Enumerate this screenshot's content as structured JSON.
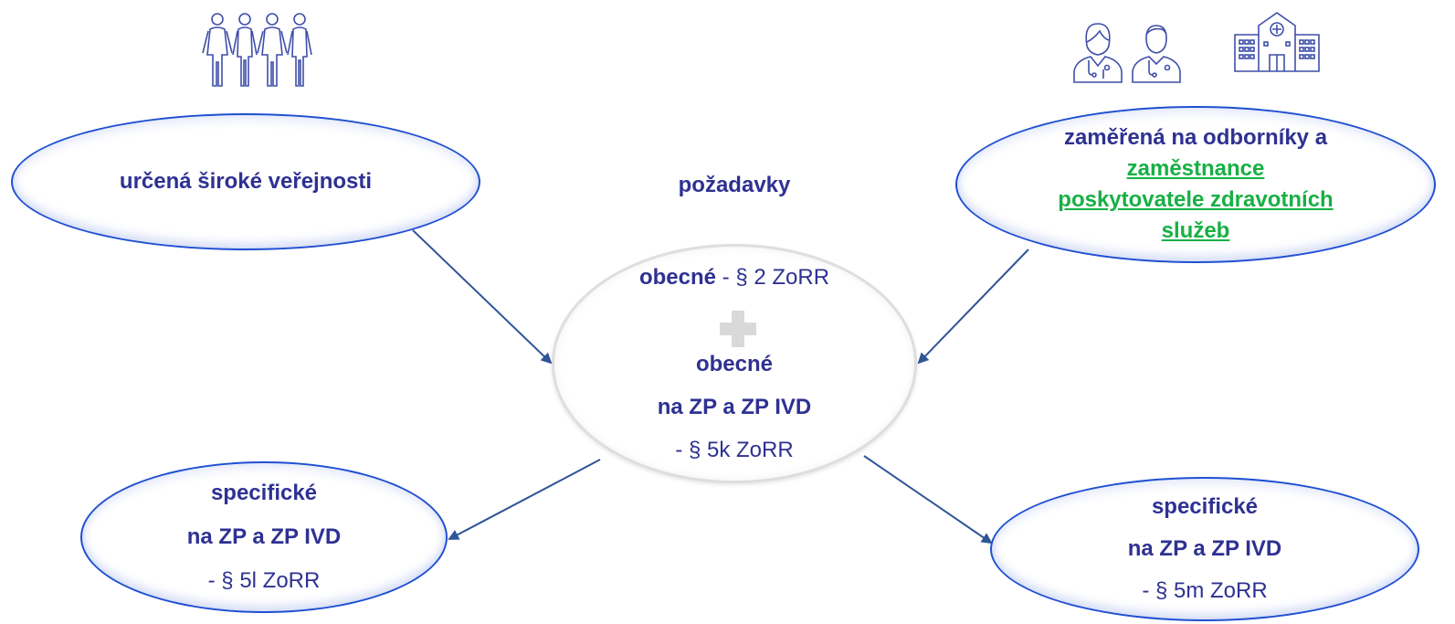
{
  "left_top": {
    "label": "určená široké veřejnosti"
  },
  "center_heading": "požadavky",
  "center": {
    "general_bold": "obecné",
    "general_ref": " - § 2 ZoRR",
    "general2_line1": "obecné",
    "general2_line2": "na ZP a ZP IVD",
    "general2_ref": "- § 5k ZoRR"
  },
  "right_top": {
    "line1": "zaměřená na odborníky a",
    "line2": "zaměstnance",
    "line3": "poskytovatele zdravotních",
    "line4": "služeb"
  },
  "left_bottom": {
    "line1": "specifické",
    "line2": "na ZP a ZP IVD",
    "line3": "- § 5l ZoRR"
  },
  "right_bottom": {
    "line1": "specifické",
    "line2": "na ZP a ZP IVD",
    "line3": "- § 5m ZoRR"
  },
  "icons": [
    "people-group-icon",
    "doctor-female-icon",
    "doctor-male-icon",
    "hospital-icon"
  ],
  "colors": {
    "text": "#2e3192",
    "outline": "#1f4fd1",
    "arrow": "#2f5597",
    "highlight": "#17b044",
    "plus": "#d9d9d9"
  }
}
